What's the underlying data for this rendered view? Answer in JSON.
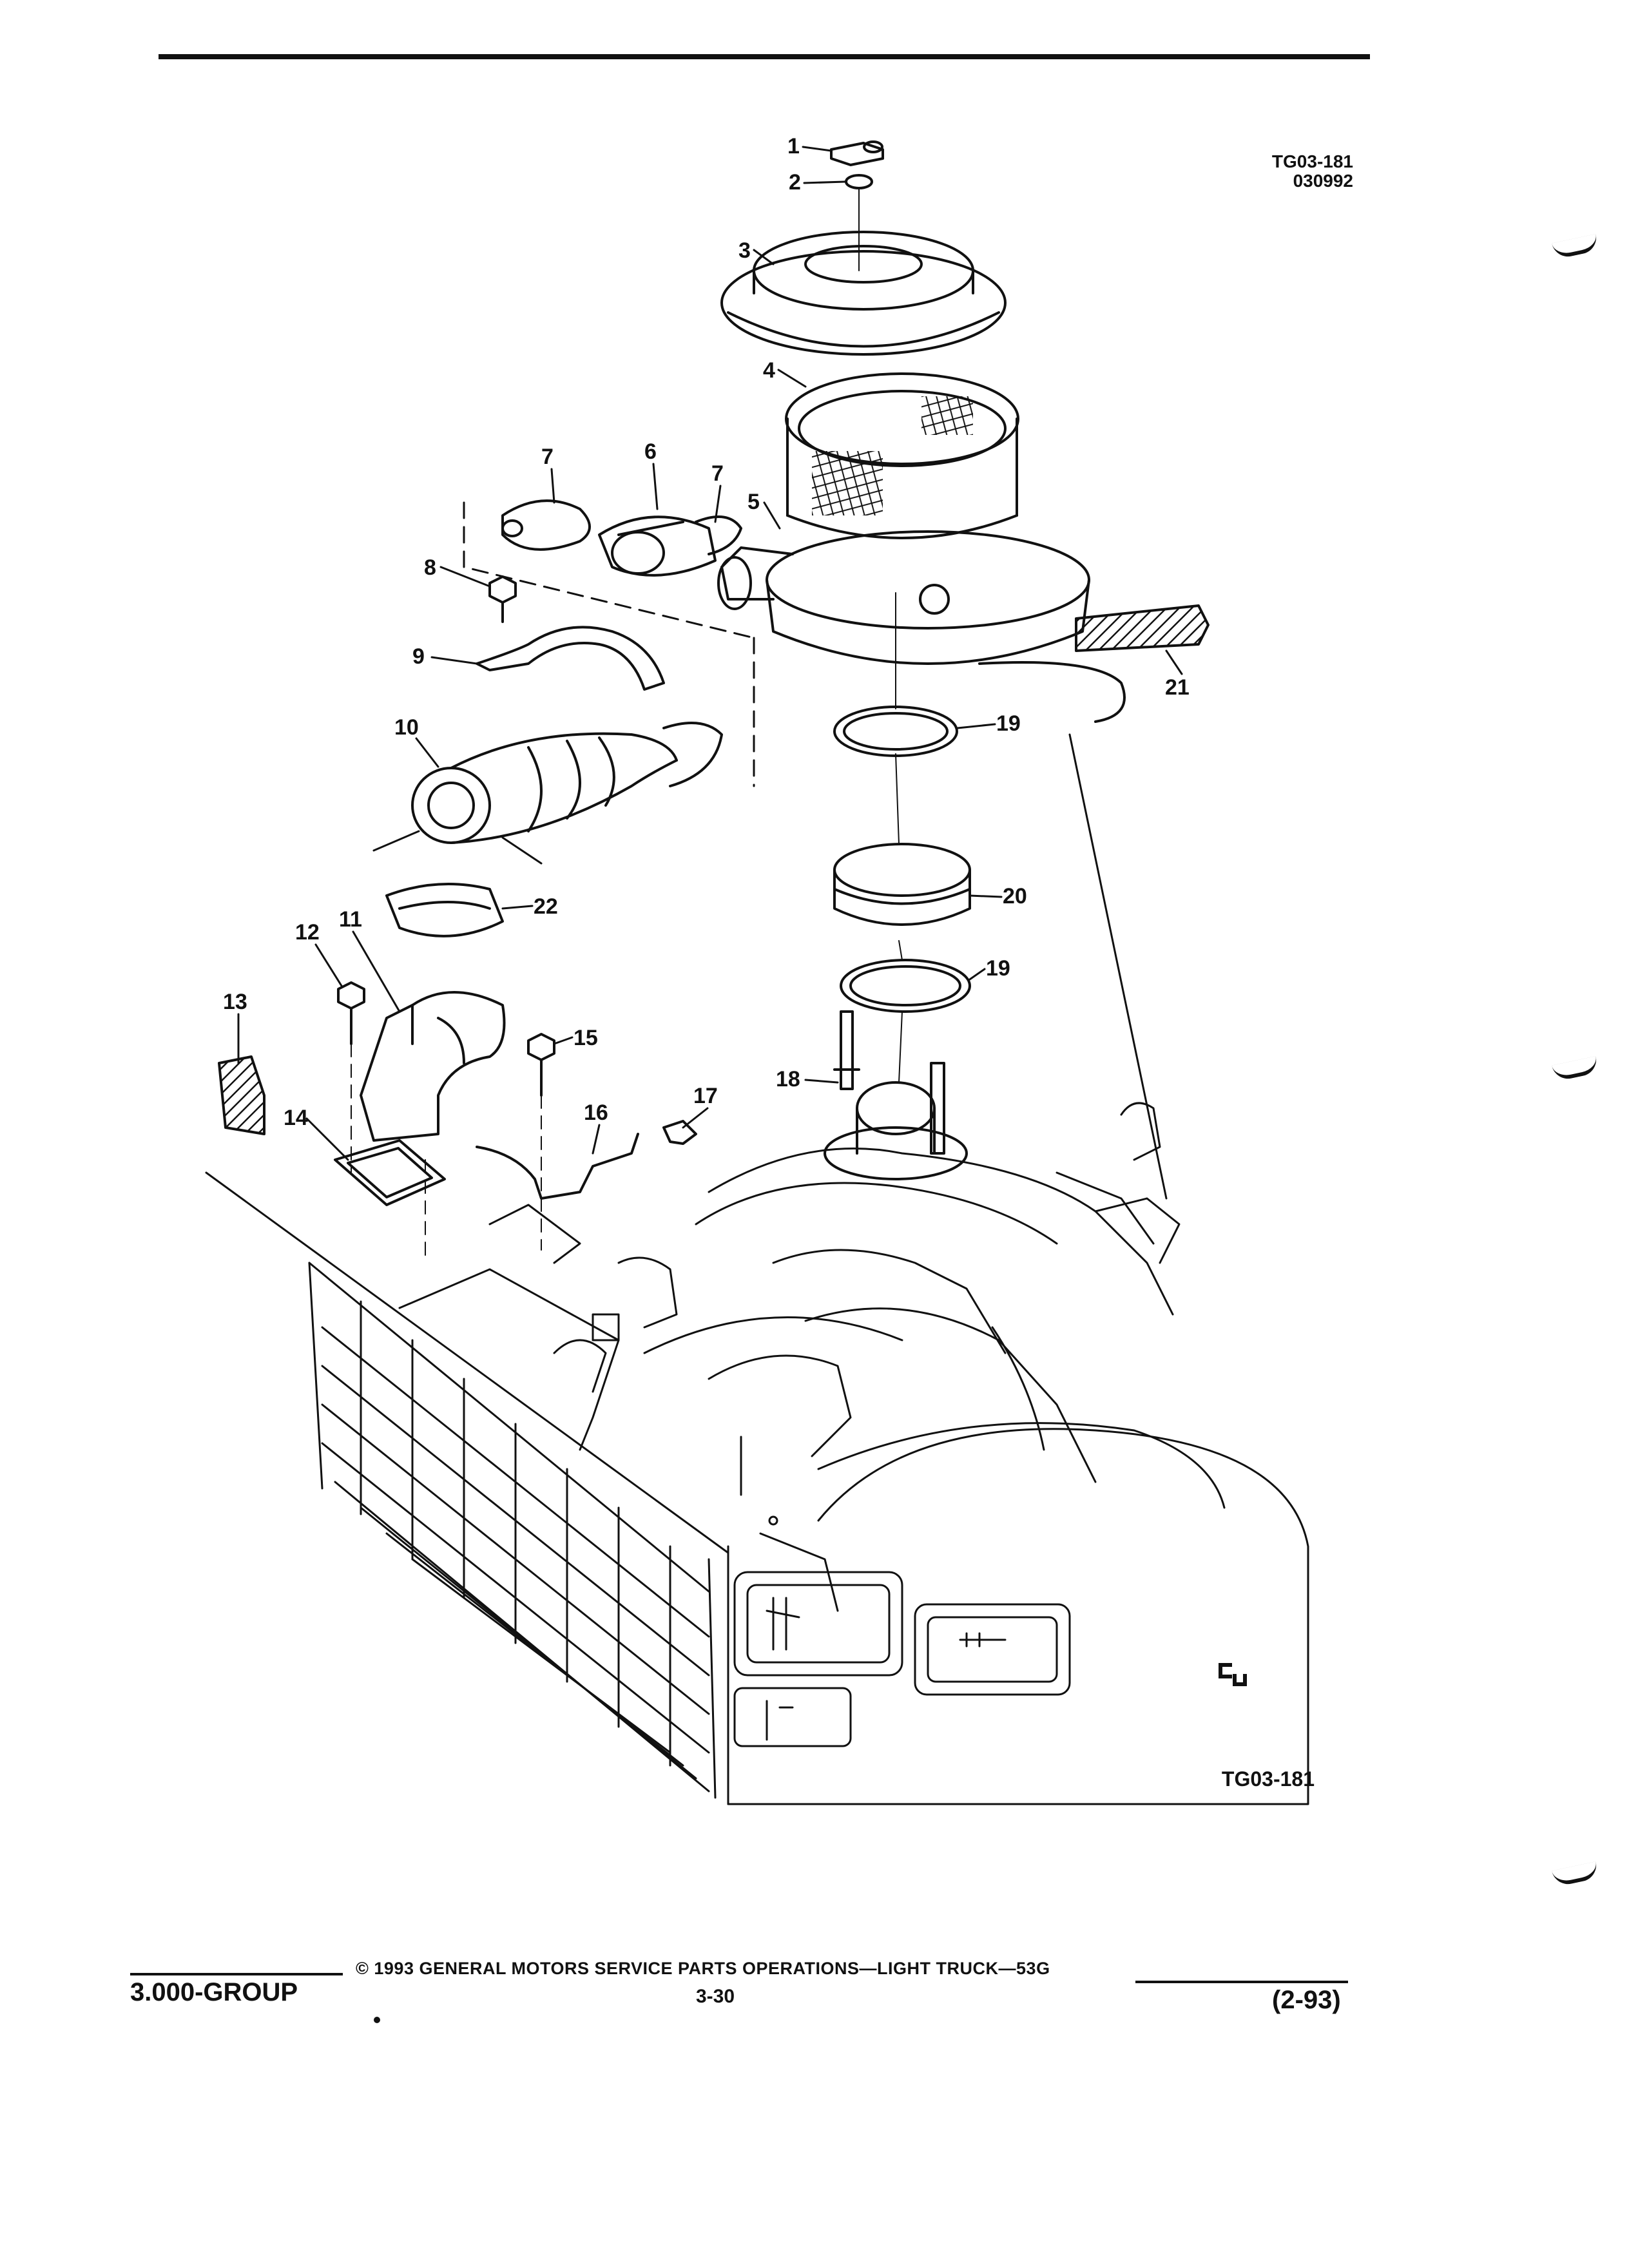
{
  "header": {
    "ref_code_top": "TG03-181",
    "ref_date": "030992"
  },
  "callouts": [
    "1",
    "2",
    "3",
    "4",
    "5",
    "6",
    "7",
    "7",
    "8",
    "9",
    "10",
    "11",
    "12",
    "13",
    "14",
    "15",
    "16",
    "17",
    "18",
    "19",
    "19",
    "20",
    "21",
    "22"
  ],
  "figure": {
    "ref_code_bottom": "TG03-181",
    "logo_text": "GM"
  },
  "footer": {
    "group": "3.000-GROUP",
    "copyright": "© 1993 GENERAL MOTORS SERVICE PARTS OPERATIONS—LIGHT TRUCK—53G",
    "page": "3-30",
    "date": "(2-93)"
  }
}
